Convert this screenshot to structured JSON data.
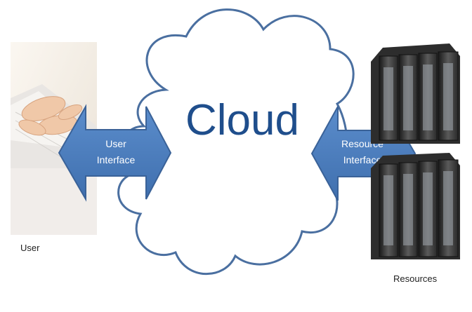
{
  "cloud": {
    "label": "Cloud"
  },
  "user_interface": {
    "line1": "User",
    "line2": "Interface"
  },
  "resource_interface": {
    "line1": "Resource",
    "line2": "Interface"
  },
  "user": {
    "caption": "User"
  },
  "resources": {
    "caption": "Resources"
  },
  "colors": {
    "cloud_outline": "#4a6fa0",
    "arrow_fill": "#4f81bd",
    "arrow_stroke": "#3a6298",
    "cloud_text": "#1f4e8c"
  }
}
